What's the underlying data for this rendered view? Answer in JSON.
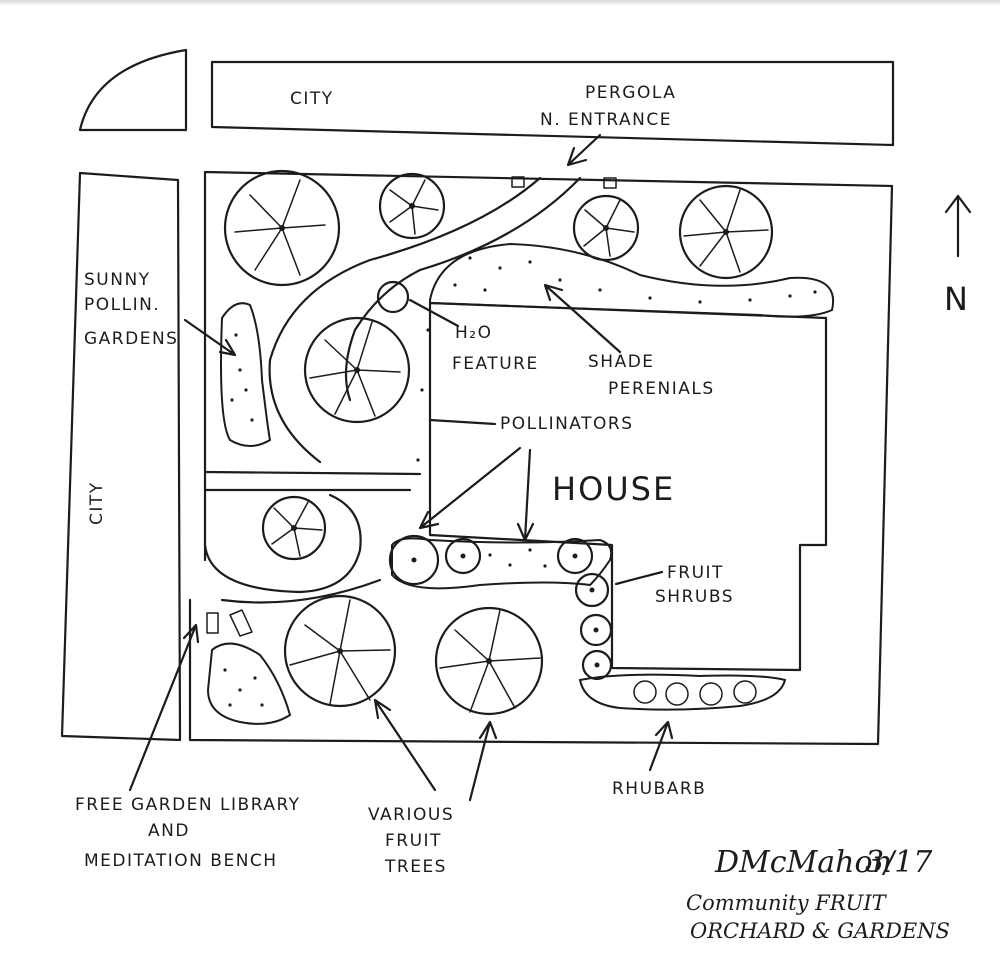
{
  "labels": {
    "city_top": "CITY",
    "city_left": "CITY",
    "pergola_line1": "PERGOLA",
    "pergola_line2": "N. ENTRANCE",
    "north": "N",
    "sunny_line1": "SUNNY",
    "sunny_line2": "POLLIN.",
    "sunny_line3": "GARDENS",
    "h2o_line1": "H₂O",
    "h2o_line2": "FEATURE",
    "shade_line1": "SHADE",
    "shade_line2": "PERENIALS",
    "pollinators": "POLLINATORS",
    "house": "HOUSE",
    "fruit_shrubs_line1": "FRUIT",
    "fruit_shrubs_line2": "SHRUBS",
    "rhubarb": "RHUBARB",
    "library_line1": "FREE GARDEN LIBRARY",
    "library_line2": "AND",
    "library_line3": "MEDITATION BENCH",
    "trees_line1": "VARIOUS",
    "trees_line2": "FRUIT",
    "trees_line3": "TREES",
    "signature": "DMcMahon",
    "date": "3/17",
    "caption_line1": "Community FRUIT",
    "caption_line2": "ORCHARD & GARDENS"
  }
}
